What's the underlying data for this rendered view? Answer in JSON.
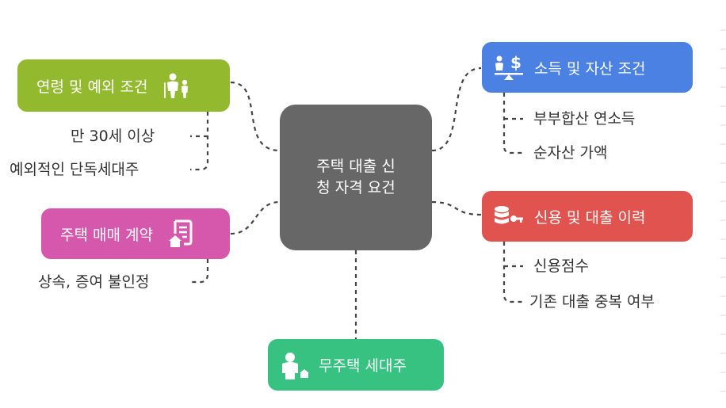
{
  "center": {
    "line1": "주택 대출 신",
    "line2": "청 자격 요건"
  },
  "branches": {
    "age": {
      "label": "연령 및 예외 조건",
      "icon": "family-icon",
      "color": "#93b92f",
      "items": [
        "만 30세 이상",
        "예외적인 단독세대주"
      ]
    },
    "house_contract": {
      "label": "주택 매매 계약",
      "icon": "house-document-icon",
      "color": "#d558ac",
      "items": [
        "상속, 증여 불인정"
      ]
    },
    "no_house": {
      "label": "무주택 세대주",
      "icon": "person-house-icon",
      "color": "#37c282"
    },
    "income": {
      "label": "소득 및 자산 조건",
      "icon": "money-scale-icon",
      "color": "#4a81e3",
      "items": [
        "부부합산 연소득",
        "순자산 가액"
      ]
    },
    "credit": {
      "label": "신용 및 대출 이력",
      "icon": "database-key-icon",
      "color": "#e0534e",
      "items": [
        "신용점수",
        "기존 대출 중복 여부"
      ]
    }
  }
}
